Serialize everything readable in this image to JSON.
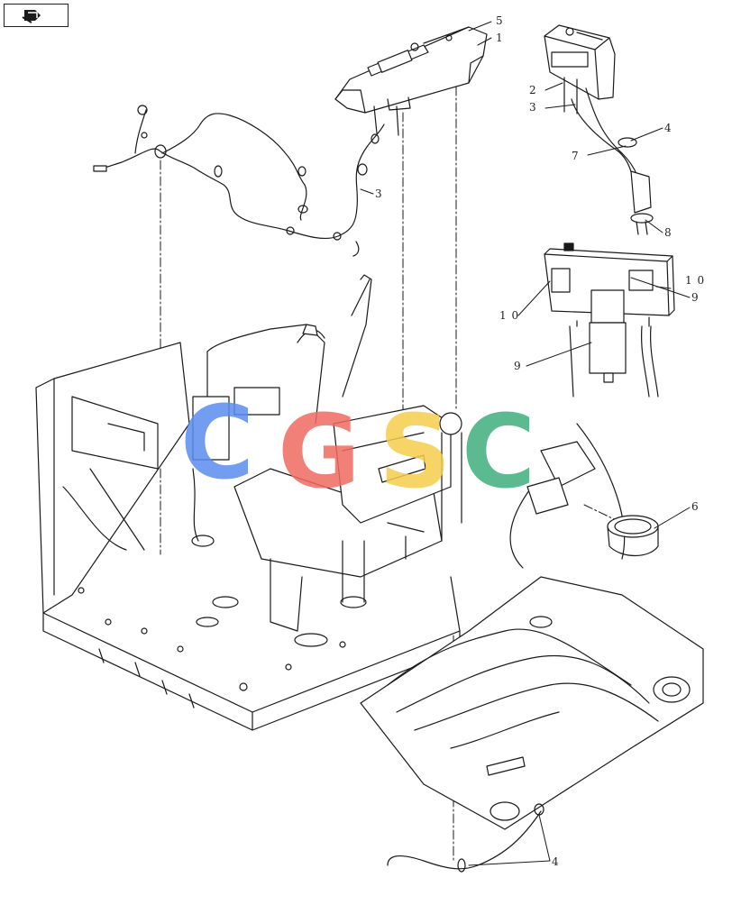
{
  "callouts": [
    {
      "id": "c1",
      "text": "1"
    },
    {
      "id": "c2",
      "text": "2"
    },
    {
      "id": "c3a",
      "text": "3"
    },
    {
      "id": "c3b",
      "text": "3"
    },
    {
      "id": "c4a",
      "text": "4"
    },
    {
      "id": "c4b",
      "text": "4"
    },
    {
      "id": "c5",
      "text": "5"
    },
    {
      "id": "c6",
      "text": "6"
    },
    {
      "id": "c7",
      "text": "7"
    },
    {
      "id": "c8",
      "text": "8"
    },
    {
      "id": "c9a",
      "text": "9"
    },
    {
      "id": "c9b",
      "text": "9"
    },
    {
      "id": "c10a",
      "text": "1 0"
    },
    {
      "id": "c10b",
      "text": "1 0"
    }
  ],
  "watermark": {
    "letters": [
      "C",
      "G",
      "S",
      "C"
    ],
    "colors": [
      "#5b8def",
      "#ef6b62",
      "#f5cd4c",
      "#3fae7c"
    ]
  },
  "colors": {
    "line": "#1a1a1a",
    "paper": "#ffffff"
  }
}
